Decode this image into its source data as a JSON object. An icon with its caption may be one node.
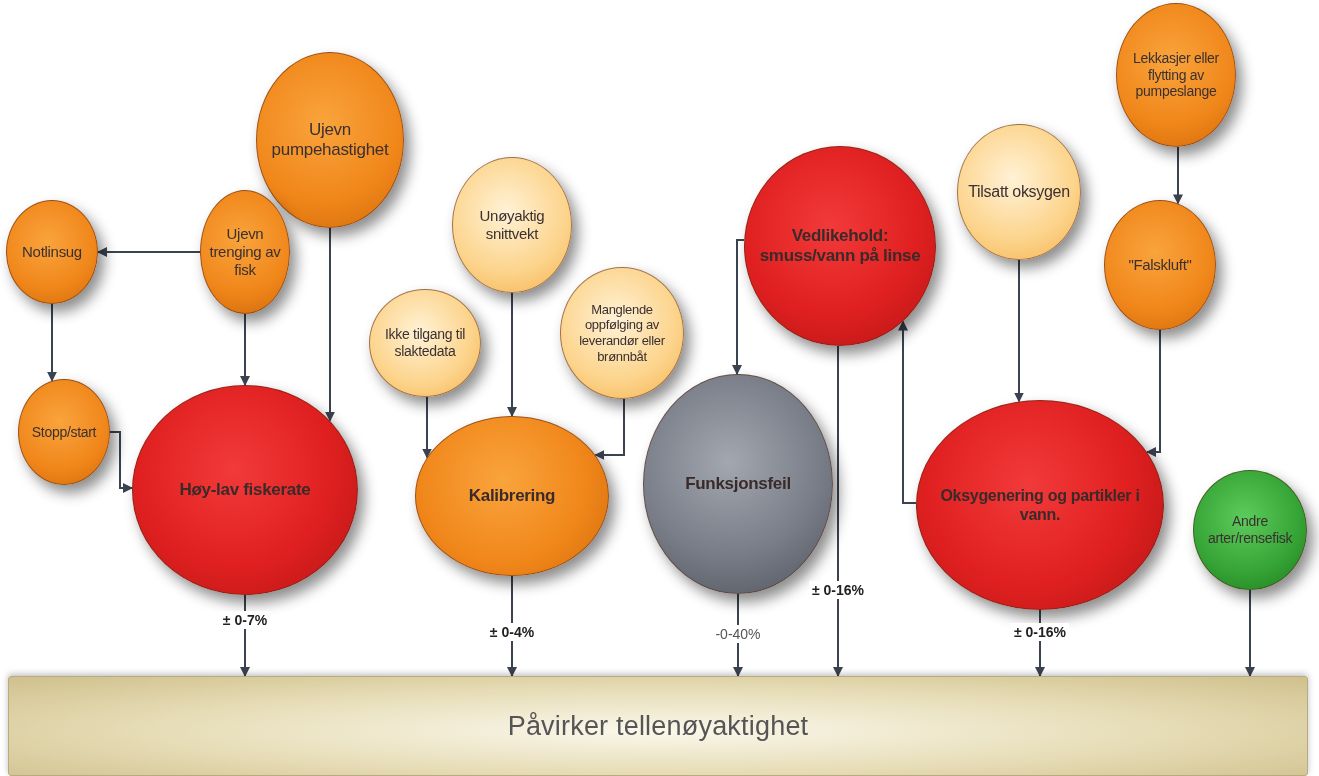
{
  "diagram": {
    "nodes": [
      {
        "text": [
          "Lekkasjer eller flytting av pumpeslange"
        ]
      },
      {
        "text": [
          "Ujevn pumpehastighet"
        ]
      },
      {
        "text": [
          "Vedlikehold: smuss/vann på linse"
        ]
      },
      {
        "text": [
          "Tilsatt oksygen"
        ]
      },
      {
        "text": [
          "Notlinsug"
        ]
      },
      {
        "text": [
          "Ujevn trenging av fisk"
        ]
      },
      {
        "text": [
          "Unøyaktig snittvekt"
        ]
      },
      {
        "text": [
          "\"Falskluft\""
        ]
      },
      {
        "text": [
          "Ikke tilgang til slaktedata"
        ]
      },
      {
        "text": [
          "Manglende oppfølging av leverandør eller brønnbåt"
        ]
      },
      {
        "text": [
          "Stopp/start"
        ]
      },
      {
        "text": [
          "Høy-lav fiskerate"
        ]
      },
      {
        "text": [
          "Kalibrering"
        ]
      },
      {
        "text": [
          "Funksjonsfeil"
        ]
      },
      {
        "text": [
          "Oksygenering og partikler i vann."
        ]
      },
      {
        "text": [
          "Andre arter/rensefisk"
        ]
      },
      {
        "text": [
          "Påvirker tellenøyaktighet"
        ]
      }
    ],
    "edges": [
      {
        "from": 5,
        "to": 4,
        "arrow": "to"
      },
      {
        "from": 4,
        "to": 10,
        "arrow": "to"
      },
      {
        "from": 5,
        "to": 11,
        "arrow": "to"
      },
      {
        "from": 1,
        "to": 11,
        "arrow": "to"
      },
      {
        "from": 10,
        "to": 11,
        "arrow": "to"
      },
      {
        "from": 8,
        "to": 12,
        "arrow": "to"
      },
      {
        "from": 6,
        "to": 12,
        "arrow": "to"
      },
      {
        "from": 9,
        "to": 12,
        "arrow": "to"
      },
      {
        "from": 2,
        "to": 13,
        "arrow": "to"
      },
      {
        "from": 14,
        "to": 2,
        "arrow": "to"
      },
      {
        "from": 3,
        "to": 14,
        "arrow": "to"
      },
      {
        "from": 0,
        "to": 7,
        "arrow": "to"
      },
      {
        "from": 7,
        "to": 14,
        "arrow": "to"
      },
      {
        "from": 11,
        "to": 16,
        "arrow": "to",
        "label": "± 0-7%"
      },
      {
        "from": 12,
        "to": 16,
        "arrow": "to",
        "label": "± 0-4%"
      },
      {
        "from": 13,
        "to": 16,
        "arrow": "to",
        "label": "-0-40%"
      },
      {
        "from": 2,
        "to": 16,
        "arrow": "to",
        "label": "± 0-16%"
      },
      {
        "from": 14,
        "to": 16,
        "arrow": "to",
        "label": "± 0-16%"
      },
      {
        "from": 15,
        "to": 16,
        "arrow": "to"
      }
    ]
  }
}
